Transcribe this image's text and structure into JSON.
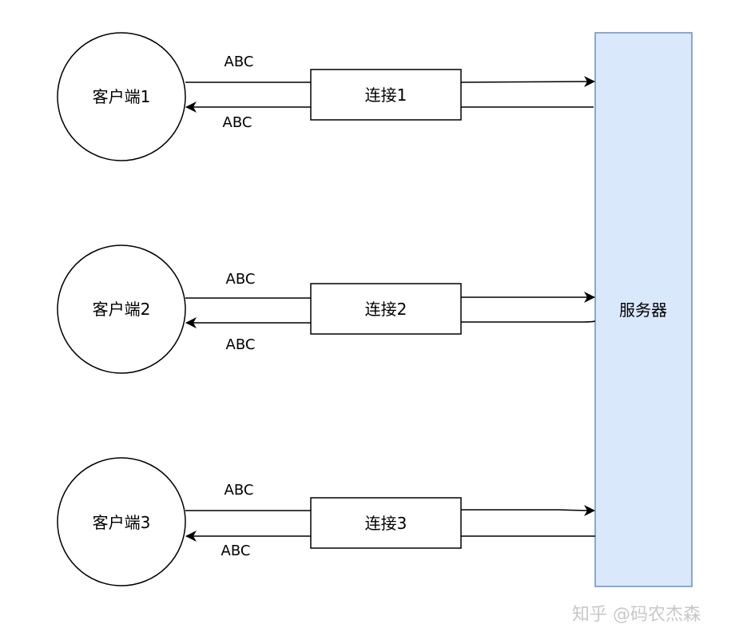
{
  "colors": {
    "stroke": "#000000",
    "server_fill": "#dae8fc",
    "server_stroke": "#6c8ebf",
    "watermark": "#c8c8c8"
  },
  "clients": [
    {
      "label": "客户端1"
    },
    {
      "label": "客户端2"
    },
    {
      "label": "客户端3"
    }
  ],
  "connections": [
    {
      "label": "连接1"
    },
    {
      "label": "连接2"
    },
    {
      "label": "连接3"
    }
  ],
  "edge_labels": [
    {
      "top": "ABC",
      "bottom": "ABC"
    },
    {
      "top": "ABC",
      "bottom": "ABC"
    },
    {
      "top": "ABC",
      "bottom": "ABC"
    }
  ],
  "server": {
    "label": "服务器"
  },
  "watermark": "知乎 @码农杰森"
}
